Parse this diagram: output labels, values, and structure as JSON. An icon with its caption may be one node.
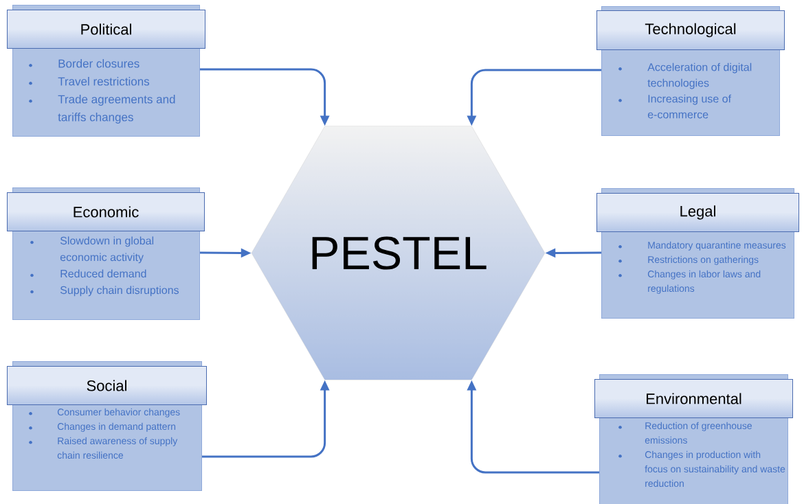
{
  "diagram": {
    "nodes": [
      {
        "text": [
          "Political",
          "Border closures",
          "Travel restrictions",
          "Trade agreements and tariffs changes"
        ]
      },
      {
        "text": [
          "Technological",
          "Acceleration of digital technologies",
          "Increasing use of e-commerce"
        ]
      },
      {
        "text": [
          "PESTEL"
        ]
      },
      {
        "text": [
          "Economic",
          "Slowdown in global economic activity",
          "Reduced demand",
          "Supply chain disruptions"
        ]
      },
      {
        "text": [
          "Legal",
          "Mandatory quarantine measures",
          "Restrictions on gatherings",
          "Changes in labor laws and regulations"
        ]
      },
      {
        "text": [
          "Social",
          "Consumer behavior changes",
          "Changes in demand pattern",
          "Raised awareness of supply chain resilience"
        ]
      },
      {
        "text": [
          "Environmental",
          "Reduction of greenhouse emissions",
          "Changes in production with focus on sustainability and waste reduction"
        ]
      }
    ],
    "edges": [
      {
        "from": 0,
        "to": 2,
        "arrow": "to"
      },
      {
        "from": 1,
        "to": 2,
        "arrow": "to"
      },
      {
        "from": 3,
        "to": 2,
        "arrow": "to"
      },
      {
        "from": 4,
        "to": 2,
        "arrow": "to"
      },
      {
        "from": 5,
        "to": 2,
        "arrow": "to"
      },
      {
        "from": 6,
        "to": 2,
        "arrow": "to"
      }
    ]
  }
}
